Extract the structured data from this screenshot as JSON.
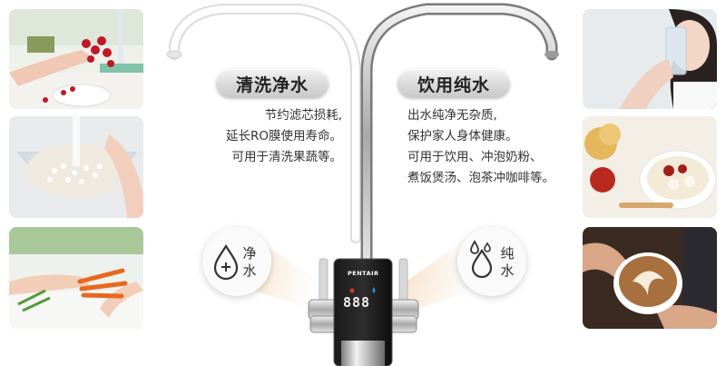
{
  "modes": {
    "clean": {
      "title": "清洗净水",
      "lines": [
        "节约滤芯损耗,",
        "延长RO膜使用寿命。",
        "可用于清洗果蔬等。"
      ],
      "badge_chars": [
        "净",
        "水"
      ]
    },
    "drink": {
      "title": "饮用纯水",
      "lines": [
        "出水纯净无杂质,",
        "保护家人身体健康。",
        "可用于饮用、冲泡奶粉、",
        "煮饭煲汤、泡茶冲咖啡等。"
      ],
      "badge_chars": [
        "纯",
        "水"
      ]
    }
  },
  "faucet": {
    "brand": "PENTAIR",
    "display_value": "888"
  },
  "colors": {
    "pill_text": "#222222",
    "body_text": "#333333",
    "drop_blue": "#2a8bd8"
  },
  "icons": {
    "clean_badge": "water-drop-plus-icon",
    "drink_badge": "water-droplets-icon"
  }
}
